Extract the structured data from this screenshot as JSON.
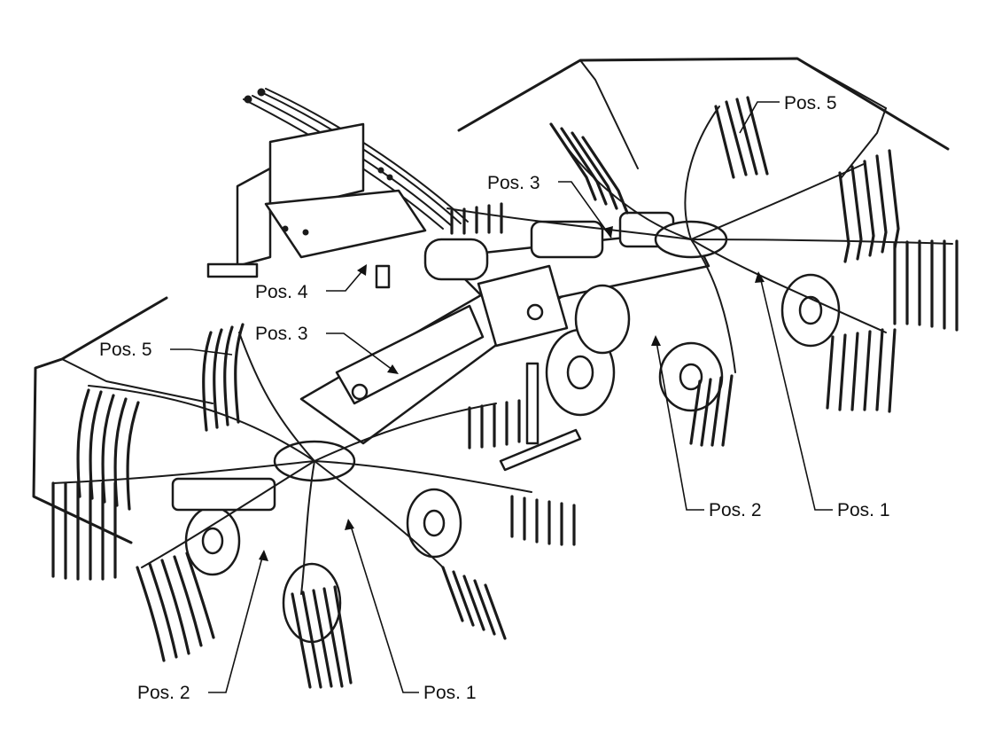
{
  "labels": {
    "pos5_top": "Pos. 5",
    "pos3_top": "Pos. 3",
    "pos4": "Pos. 4",
    "pos3_mid": "Pos. 3",
    "pos5_left": "Pos. 5",
    "pos2_right": "Pos. 2",
    "pos1_right": "Pos. 1",
    "pos2_bottom": "Pos. 2",
    "pos1_bottom": "Pos. 1"
  },
  "colors": {
    "line": "#1a1a1a",
    "background": "#ffffff"
  }
}
